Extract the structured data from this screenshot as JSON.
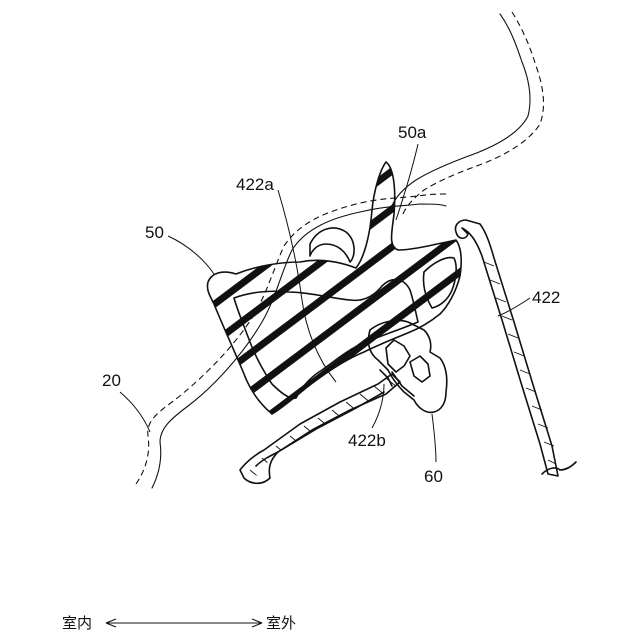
{
  "labels": {
    "ref_50": "50",
    "ref_50a": "50a",
    "ref_422a": "422a",
    "ref_422": "422",
    "ref_20": "20",
    "ref_422b": "422b",
    "ref_60": "60"
  },
  "direction": {
    "interior": "室内",
    "exterior": "室外"
  },
  "colors": {
    "line": "#111111",
    "background": "#ffffff"
  }
}
